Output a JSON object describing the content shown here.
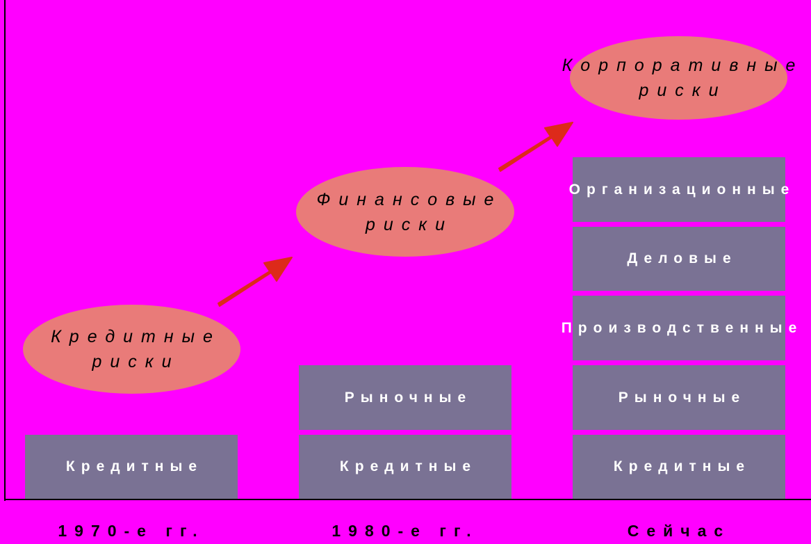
{
  "colors": {
    "background": "#ff00ff",
    "block": "#7a7294",
    "ellipse": "#e97b79",
    "arrow": "#dd2a1a",
    "axis": "#000000",
    "block_text": "#ffffff",
    "label_text": "#000000"
  },
  "columns": [
    {
      "era": "1970-е гг.",
      "ellipse": {
        "line1": "Кредитные",
        "line2": "риски"
      },
      "blocks": [
        "Кредитные"
      ]
    },
    {
      "era": "1980-е гг.",
      "ellipse": {
        "line1": "Финансовые",
        "line2": "риски"
      },
      "blocks": [
        "Рыночные",
        "Кредитные"
      ]
    },
    {
      "era": "Сейчас",
      "ellipse": {
        "line1": "Корпоративные",
        "line2": "риски"
      },
      "blocks": [
        "Организационные",
        "Деловые",
        "Производственные",
        "Рыночные",
        "Кредитные"
      ]
    }
  ]
}
